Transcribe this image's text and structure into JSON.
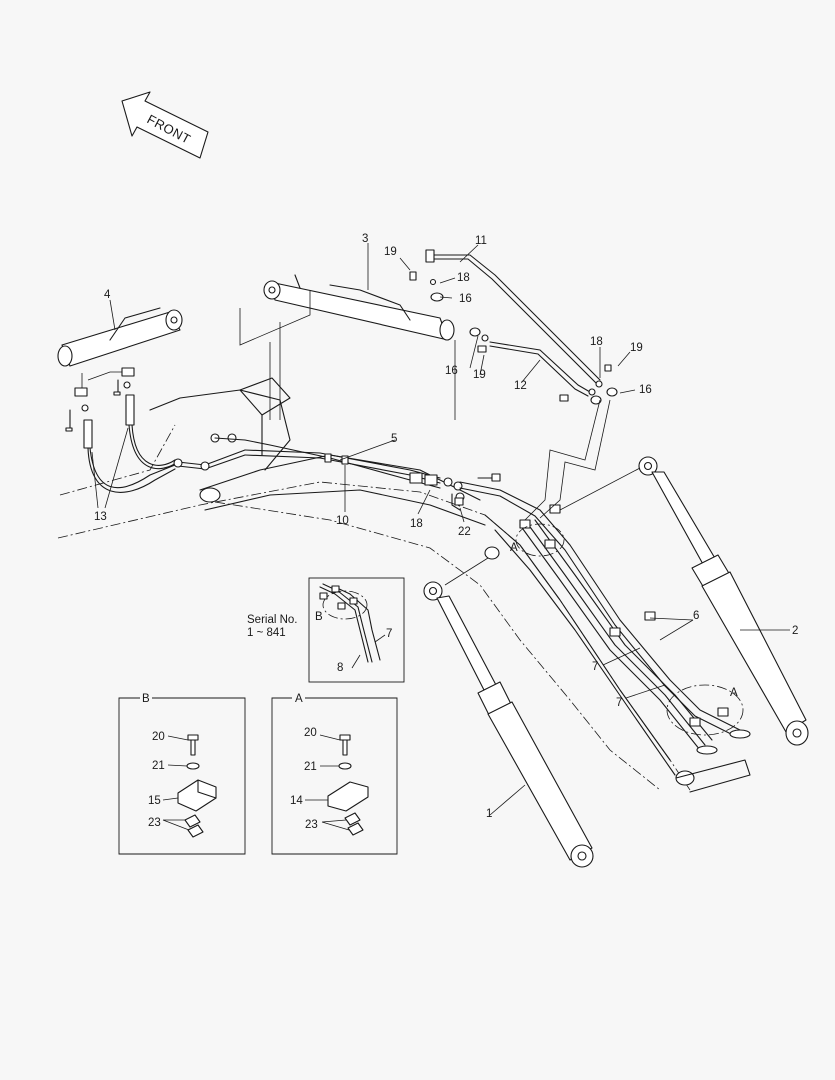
{
  "direction_label": "FRONT",
  "serial_note": {
    "line1": "Serial No.",
    "line2": "1 ~ 841"
  },
  "detail_refs": {
    "a": "A",
    "b": "B"
  },
  "callouts": {
    "c1": "1",
    "c2": "2",
    "c3": "3",
    "c4": "4",
    "c5": "5",
    "c6": "6",
    "c7a": "7",
    "c7b": "7",
    "c7c": "7",
    "c8": "8",
    "c10": "10",
    "c11": "11",
    "c12": "12",
    "c13": "13",
    "c14": "14",
    "c15": "15",
    "c16a": "16",
    "c16b": "16",
    "c16c": "16",
    "c18a": "18",
    "c18b": "18",
    "c18c": "18",
    "c19a": "19",
    "c19b": "19",
    "c19c": "19",
    "c20a": "20",
    "c20b": "20",
    "c21a": "21",
    "c21b": "21",
    "c22": "22",
    "c23a": "23",
    "c23b": "23"
  }
}
